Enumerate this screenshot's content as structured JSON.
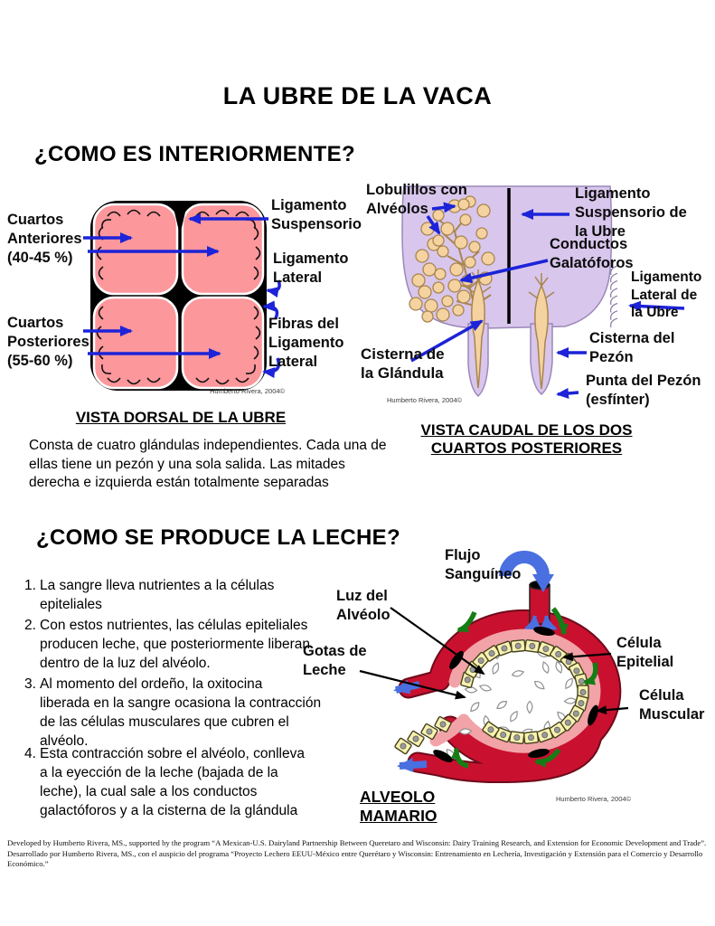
{
  "title": "LA UBRE DE LA VACA",
  "credit": "Humberto Rivera, 2004©",
  "colors": {
    "quarter_pink": "#fc979c",
    "udder_purple": "#d8c6ec",
    "alveoli_tan": "#f5d3a1",
    "tan_stroke": "#a9854f",
    "vessel_crimson": "#c9112f",
    "vessel_dark": "#6e0a1b",
    "band_pink": "#f2a3a8",
    "cell_yellow": "#f7f2ae",
    "arrow_blue": "#1c23d8",
    "flow_blue": "#4a6fe0",
    "arrow_green": "#157d15"
  },
  "interior": {
    "heading": "¿COMO ES INTERIORMENTE?",
    "dorsal": {
      "caption": "VISTA DORSAL DE LA UBRE",
      "description": "Consta de cuatro glándulas independientes. Cada una de\nellas tiene un pezón y una sola salida. Las mitades\nderecha e izquierda están totalmente separadas",
      "labels": {
        "cuartos_anteriores": "Cuartos\nAnteriores\n(40-45 %)",
        "cuartos_posteriores": "Cuartos\nPosteriores\n(55-60 %)",
        "ligamento_suspensorio": "Ligamento\nSuspensorio",
        "ligamento_lateral": "Ligamento\nLateral",
        "fibras_ligamento_lateral": "Fibras del\nLigamento\nLateral"
      }
    },
    "caudal": {
      "caption": "VISTA CAUDAL DE LOS DOS\nCUARTOS POSTERIORES",
      "labels": {
        "lobulillos": "Lobulillos con\nAlvéolos",
        "ligamento_suspensorio_ubre": "Ligamento\nSuspensorio de\nla Ubre",
        "conductos_galatoforos": "Conductos\nGalatóforos",
        "ligamento_lateral_ubre": "Ligamento\nLateral de\nla Ubre",
        "cisterna_glandula": "Cisterna de\nla Glándula",
        "cisterna_pezon": "Cisterna del\nPezón",
        "punta_pezon": "Punta del Pezón\n(esfínter)"
      }
    }
  },
  "leche": {
    "heading": "¿COMO SE PRODUCE LA LECHE?",
    "items": [
      {
        "num": "1.",
        "text": "La  sangre lleva nutrientes a la células\nepiteliales"
      },
      {
        "num": "2.",
        "text": "Con estos nutrientes, las células epiteliales\nproducen leche, que posteriormente liberan\ndentro de la luz del alvéolo."
      },
      {
        "num": "3.",
        "text": "Al momento del ordeño, la oxitocina\nliberada en la sangre ocasiona la contracción\nde las células musculares que cubren el\nalvéolo."
      },
      {
        "num": "4.",
        "text": "Esta contracción sobre el alvéolo, conlleva\na la eyección de la leche (bajada de la\nleche), la cual sale a los conductos\ngalactóforos y a la cisterna de la glándula"
      }
    ],
    "alveolo": {
      "caption": "ALVEOLO\nMAMARIO",
      "labels": {
        "flujo_sanguineo": "Flujo\nSanguíneo",
        "luz_alveolo": "Luz del\nAlvéolo",
        "gotas_leche": "Gotas de\nLeche",
        "celula_epitelial": "Célula\nEpitelial",
        "celula_muscular": "Célula\nMuscular"
      }
    }
  },
  "footer": "Developed by Humberto Rivera, MS., supported by the program “A Mexican-U.S. Dairyland Partnership Between Queretaro and Wisconsin: Dairy Training Research, and Extension for Economic Development and Trade”.  Desarrollado por Humberto Rivera, MS., con el auspicio del programa “Proyecto Lechero EEUU-México entre Querétaro y Wisconsin: Entrenamiento en Lechería, Investigación y Extensión para el Comercio  y Desarrollo Económico.”"
}
